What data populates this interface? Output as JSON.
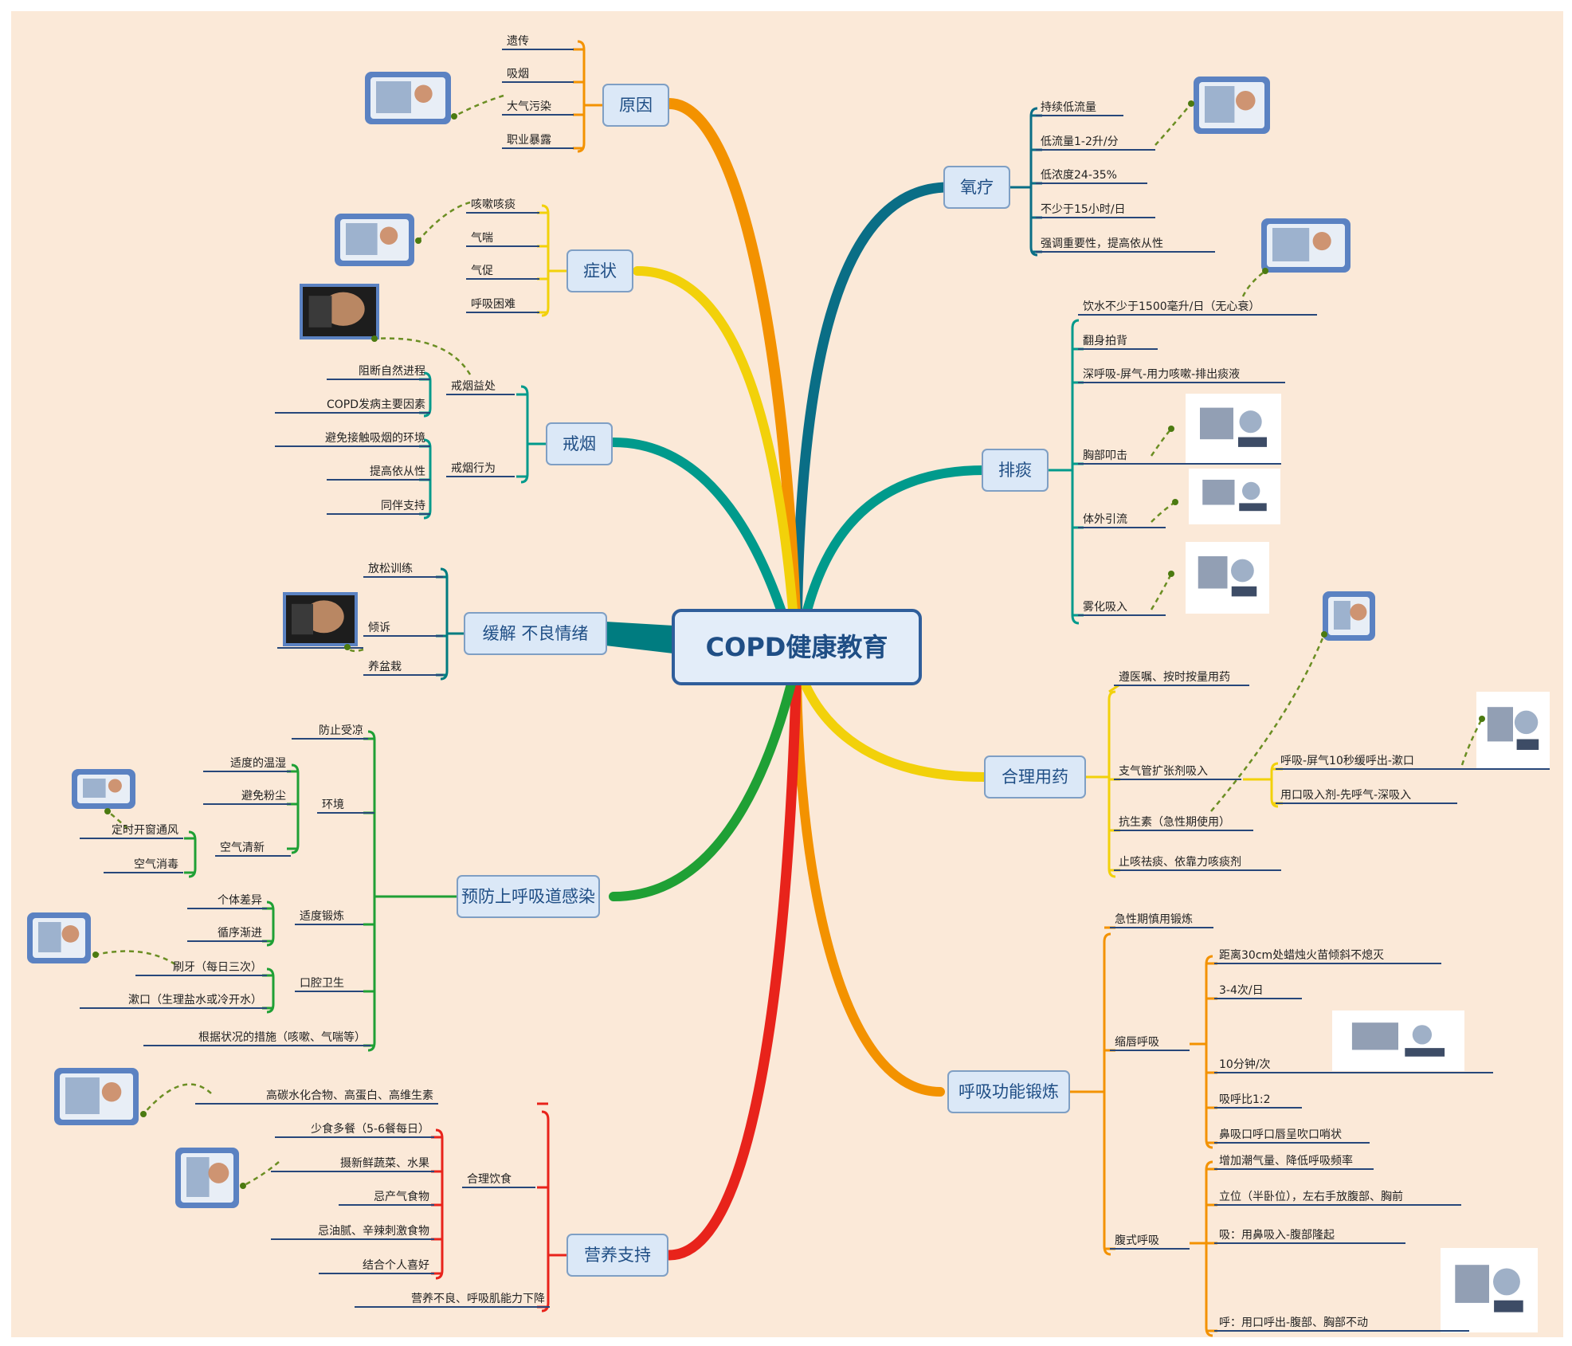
{
  "center": {
    "label": "COPD健康教育"
  },
  "colors": {
    "background": "#fbe9d8",
    "topic_fill": "#dbe8f7",
    "topic_stroke": "#7f9fc4",
    "leaf_underline": "#27477a",
    "branch": {
      "reason": "#f39200",
      "symptom": "#f2d10a",
      "quit_smoking": "#009a8c",
      "mood": "#007c80",
      "prevent_uri": "#1fa035",
      "nutrition": "#e8231b",
      "oxygen": "#0a6e86",
      "sputum": "#009a8c",
      "medication": "#f2d10a",
      "breathing": "#f39200"
    }
  },
  "branches": {
    "reason": {
      "label": "原因",
      "items": [
        "遗传",
        "吸烟",
        "大气污染",
        "职业暴露"
      ],
      "image": "smokestack-image"
    },
    "symptom": {
      "label": "症状",
      "items": [
        "咳嗽咳痰",
        "气喘",
        "气促",
        "呼吸困难"
      ],
      "image": "sick-person-image"
    },
    "quit_smoking": {
      "label": "戒烟",
      "groups": [
        {
          "label": "戒烟益处",
          "items": [
            "阻断自然进程",
            "COPD发病主要因素"
          ]
        },
        {
          "label": "戒烟行为",
          "items": [
            "避免接触吸烟的环境",
            "提高依从性",
            "同伴支持"
          ]
        }
      ],
      "image": "cigarette-image"
    },
    "mood": {
      "label": "缓解 不良情绪",
      "items": [
        "放松训练",
        "倾诉",
        "养盆栽"
      ],
      "image": "woman-portrait-image"
    },
    "prevent_uri": {
      "label": "预防上呼吸道感染",
      "items": [
        "防止受凉"
      ],
      "groups": [
        {
          "label": "环境",
          "items": [
            "适度的温湿",
            "避免粉尘"
          ]
        },
        {
          "label": "空气清新",
          "items": [
            "定时开窗通风",
            "空气消毒"
          ]
        },
        {
          "label": "适度锻炼",
          "items": [
            "个体差异",
            "循序渐进"
          ]
        },
        {
          "label": "口腔卫生",
          "items": [
            "刷牙（每日三次）",
            "漱口（生理盐水或冷开水）"
          ]
        }
      ],
      "tail": "根据状况的措施（咳嗽、气喘等）",
      "images": [
        "window-image",
        "toothbrush-image"
      ]
    },
    "nutrition": {
      "label": "营养支持",
      "top_item": "高碳水化合物、高蛋白、高维生素",
      "group": {
        "label": "合理饮食",
        "items": [
          "少食多餐（5-6餐每日）",
          "摄新鲜蔬菜、水果",
          "忌产气食物",
          "忌油腻、辛辣刺激食物",
          "结合个人喜好"
        ]
      },
      "tail": "营养不良、呼吸肌能力下降",
      "images": [
        "food-plate-image",
        "vegetables-image"
      ]
    },
    "oxygen": {
      "label": "氧疗",
      "items": [
        "持续低流量",
        "低流量1-2升/分",
        "低浓度24-35%",
        "不少于15小时/日",
        "强调重要性，提高依从性"
      ],
      "image": "oxygen-tank-image"
    },
    "sputum": {
      "label": "排痰",
      "items": [
        "饮水不少于1500毫升/日（无心衰）",
        "翻身拍背",
        "深呼吸-屏气-用力咳嗽-排出痰液",
        "胸部叩击",
        "体外引流",
        "雾化吸入"
      ],
      "images": [
        "drinking-image",
        "chest-percussion-image",
        "postural-drainage-image",
        "nebulizer-image"
      ]
    },
    "medication": {
      "label": "合理用药",
      "items": [
        "遵医嘱、按时按量用药",
        "支气管扩张剂吸入",
        "抗生素（急性期使用）",
        "止咳祛痰、依靠力咳痰剂"
      ],
      "subitems": [
        "呼吸-屏气10秒缓呼出-漱口",
        "用口吸入剂-先呼气-深吸入"
      ],
      "images": [
        "inhaler-image",
        "inhaler-user-image"
      ]
    },
    "breathing": {
      "label": "呼吸功能锻炼",
      "top_item": "急性期慎用锻炼",
      "groups": [
        {
          "label": "缩唇呼吸",
          "items": [
            "距离30cm处蜡烛火苗倾斜不熄灭",
            "3-4次/日",
            "10分钟/次",
            "吸呼比1:2",
            "鼻吸口呼口唇呈吹口哨状"
          ]
        },
        {
          "label": "腹式呼吸",
          "items": [
            "增加潮气量、降低呼吸频率",
            "立位（半卧位），左右手放腹部、胸前",
            "吸：用鼻吸入-腹部隆起",
            "呼：用口呼出-腹部、胸部不动"
          ]
        }
      ],
      "images": [
        "breathing-diagram-image",
        "exercise-image"
      ]
    }
  }
}
